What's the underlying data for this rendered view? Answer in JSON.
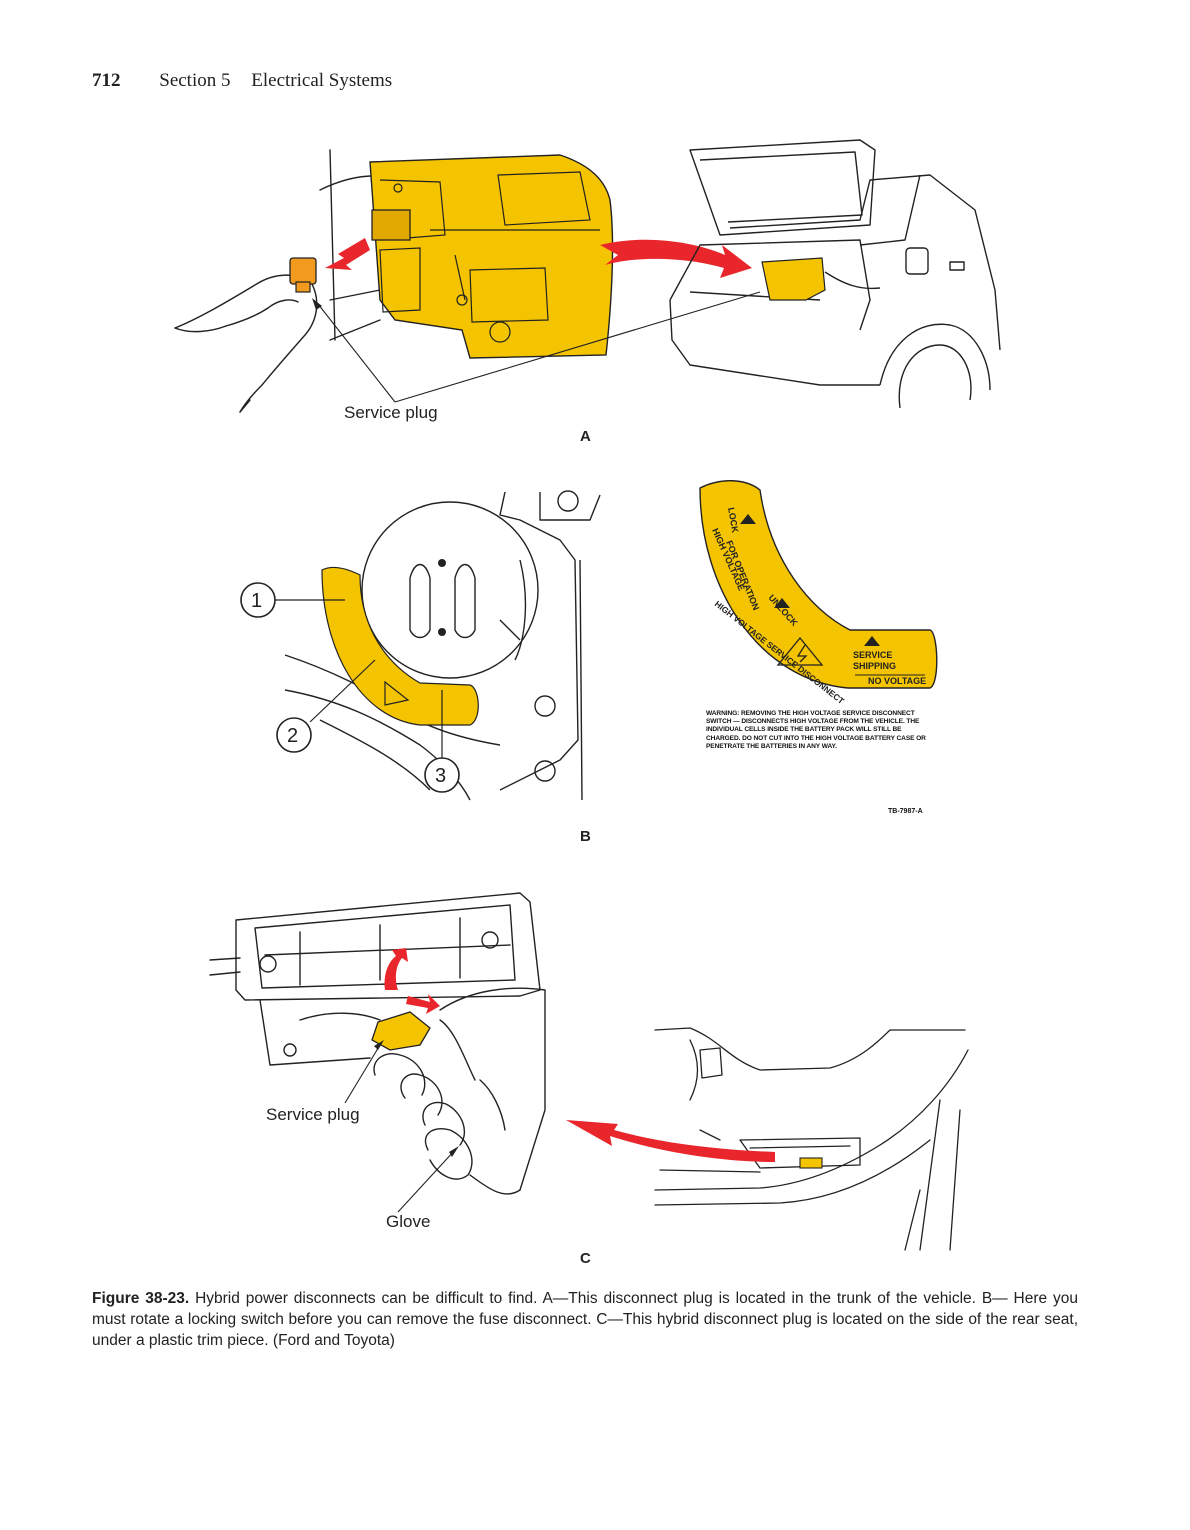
{
  "header": {
    "page_number": "712",
    "section": "Section 5",
    "section_title": "Electrical Systems"
  },
  "panels": {
    "a": {
      "letter": "A",
      "service_plug_label": "Service plug"
    },
    "b": {
      "letter": "B",
      "callouts": [
        "1",
        "2",
        "3"
      ],
      "decal": {
        "lock": "LOCK",
        "for_operation": "FOR OPERATION",
        "high_voltage": "HIGH VOLTAGE",
        "unlock": "UNLOCK",
        "service": "SERVICE",
        "shipping": "SHIPPING",
        "hv_service_disconnect": "HIGH VOLTAGE SERVICE DISCONNECT",
        "no_voltage": "NO VOLTAGE"
      },
      "warning_text": "WARNING: REMOVING THE HIGH VOLTAGE SERVICE DISCONNECT SWITCH — DISCONNECTS HIGH VOLTAGE FROM THE VEHICLE. THE INDIVIDUAL CELLS INSIDE THE BATTERY PACK WILL STILL BE CHARGED. DO NOT CUT INTO THE HIGH VOLTAGE BATTERY CASE OR PENETRATE THE BATTERIES IN ANY WAY.",
      "figure_code": "TB-7987-A"
    },
    "c": {
      "letter": "C",
      "service_plug_label": "Service plug",
      "glove_label": "Glove"
    }
  },
  "caption": {
    "number": "Figure 38-23.",
    "text": "Hybrid power disconnects can be difficult to find. A—This disconnect plug is located in the trunk of the vehicle. B— Here you must rotate a locking switch before you can remove the fuse disconnect. C—This hybrid disconnect plug is located on the side of the rear seat, under a plastic trim piece. (Ford and Toyota)"
  },
  "colors": {
    "highlight_yellow": "#F5C400",
    "arrow_red": "#E8262B",
    "line_art": "#222222"
  }
}
